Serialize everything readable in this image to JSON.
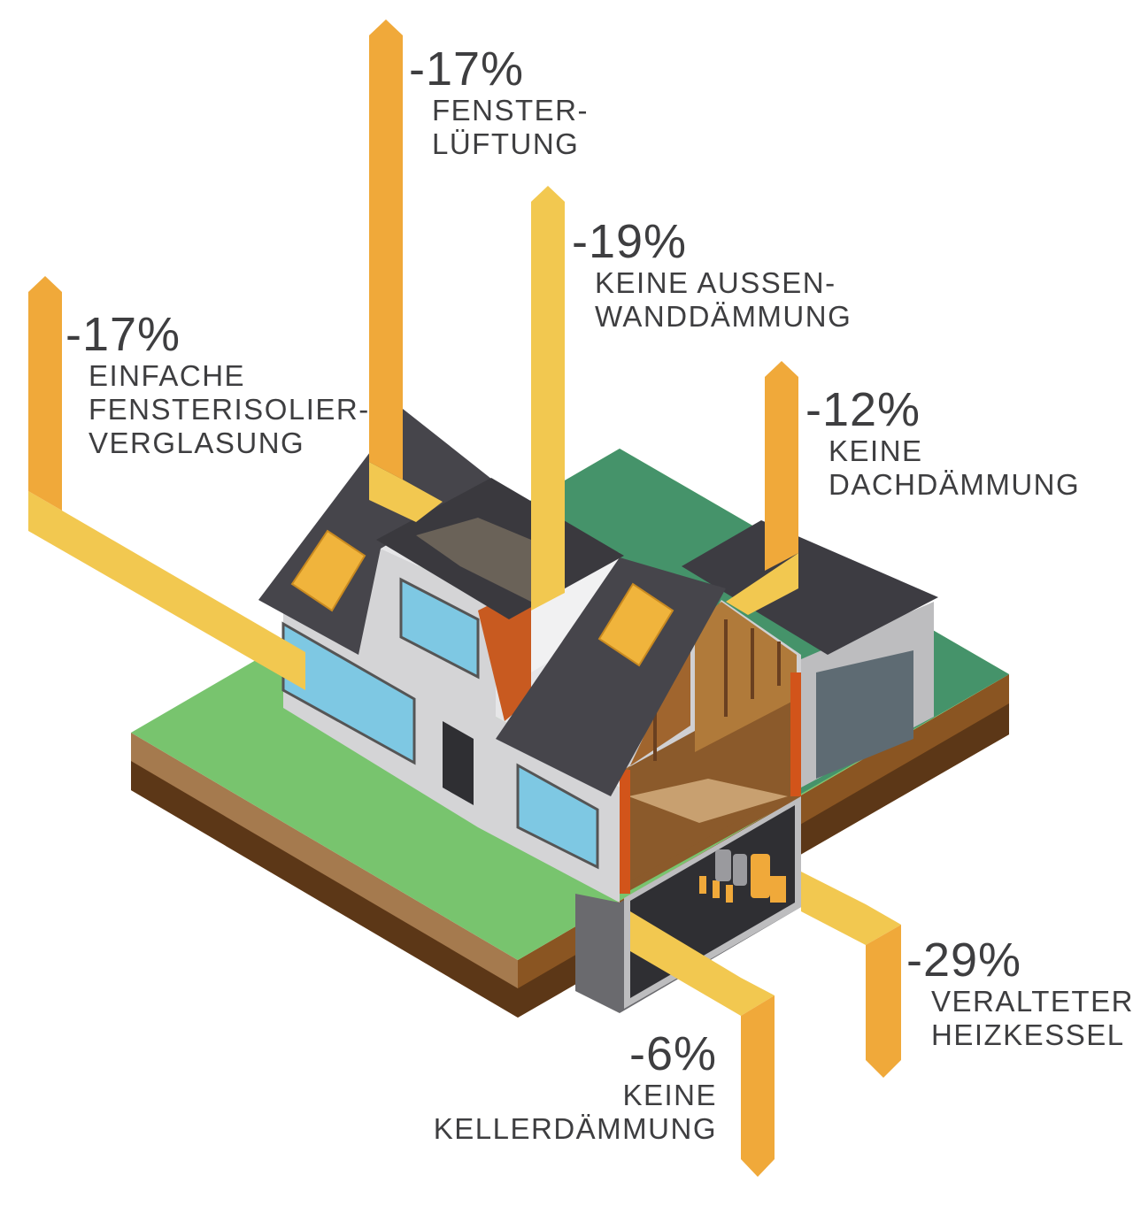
{
  "colors": {
    "arrow_orange": "#F0A93A",
    "arrow_yellow": "#F2C850",
    "roof": "#46454B",
    "grass": "#78C46E",
    "soil_light": "#A57A4E",
    "soil_dark": "#5C3717",
    "text": "#3E3E40"
  },
  "items": [
    {
      "percent": "-17%",
      "lines": [
        "EINFACHE",
        "FENSTERISOLIER-",
        "VERGLASUNG"
      ]
    },
    {
      "percent": "-17%",
      "lines": [
        "FENSTER-",
        "LÜFTUNG"
      ]
    },
    {
      "percent": "-19%",
      "lines": [
        "KEINE AUSSEN-",
        "WANDDÄMMUNG"
      ]
    },
    {
      "percent": "-12%",
      "lines": [
        "KEINE",
        "DACHDÄMMUNG"
      ]
    },
    {
      "percent": "-29%",
      "lines": [
        "VERALTETER",
        "HEIZKESSEL"
      ]
    },
    {
      "percent": "-6%",
      "lines": [
        "KEINE",
        "KELLERDÄMMUNG"
      ]
    }
  ]
}
